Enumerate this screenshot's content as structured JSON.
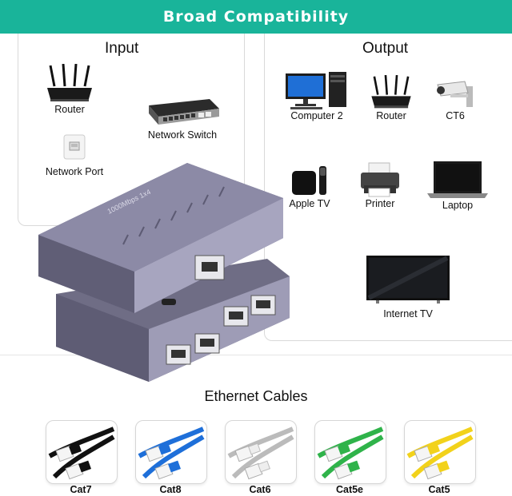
{
  "banner": {
    "title": "Broad Compatibility"
  },
  "input": {
    "title": "Input",
    "devices": [
      {
        "label": "Router",
        "icon": "router-icon"
      },
      {
        "label": "Network Switch",
        "icon": "network-switch-icon"
      },
      {
        "label": "Network Port",
        "icon": "network-port-icon"
      }
    ]
  },
  "output": {
    "title": "Output",
    "devices": [
      {
        "label": "Computer 2",
        "icon": "computer-icon"
      },
      {
        "label": "Router",
        "icon": "router-icon"
      },
      {
        "label": "CT6",
        "icon": "security-camera-icon"
      },
      {
        "label": "Apple TV",
        "icon": "apple-tv-icon"
      },
      {
        "label": "Printer",
        "icon": "printer-icon"
      },
      {
        "label": "Laptop",
        "icon": "laptop-icon"
      },
      {
        "label": "Internet TV",
        "icon": "tv-icon"
      }
    ]
  },
  "product": {
    "label": "1000Mbps 1x4"
  },
  "cables": {
    "title": "Ethernet Cables",
    "items": [
      {
        "label": "Cat7",
        "color": "#111111"
      },
      {
        "label": "Cat8",
        "color": "#1e6fd9"
      },
      {
        "label": "Cat6",
        "color": "#eeeeee"
      },
      {
        "label": "Cat5e",
        "color": "#2fb34a"
      },
      {
        "label": "Cat5",
        "color": "#f2d21b"
      }
    ]
  }
}
